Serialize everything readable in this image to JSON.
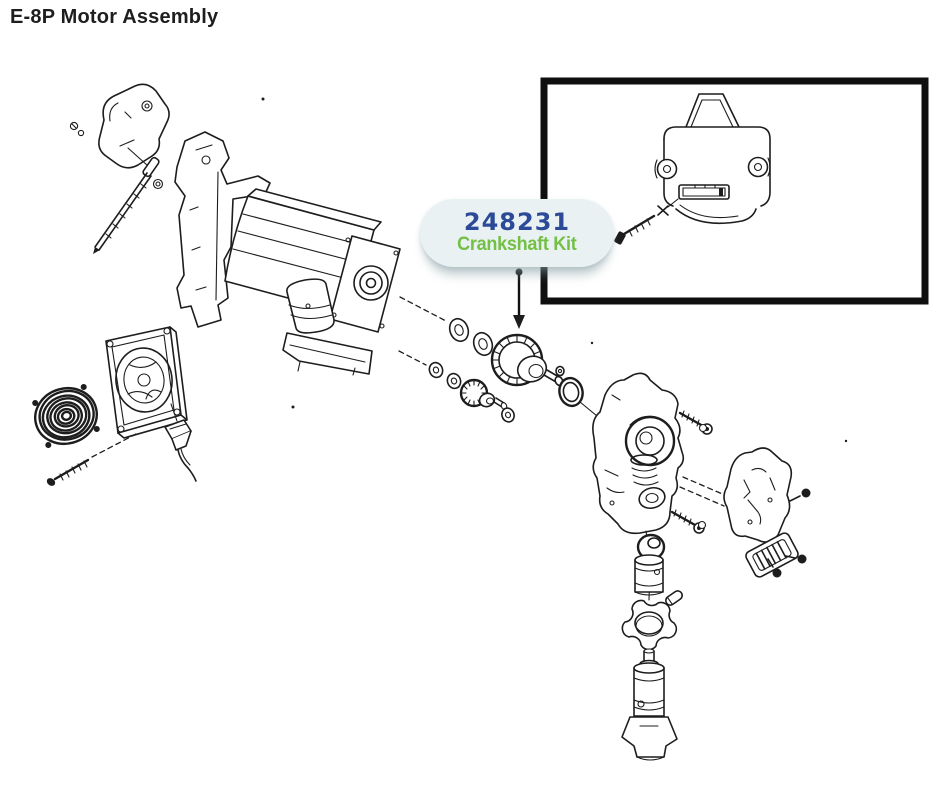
{
  "page": {
    "title": "E-8P Motor Assembly"
  },
  "callout": {
    "part_number": "248231",
    "label": "Crankshaft Kit"
  },
  "colors": {
    "part_number_blue": "#2c4a98",
    "label_green": "#74c044",
    "pill_background": "#e9f1f2",
    "line_art": "#1d1d1d",
    "inset_border": "#0f0f0f",
    "title_text": "#1e1e1e"
  }
}
